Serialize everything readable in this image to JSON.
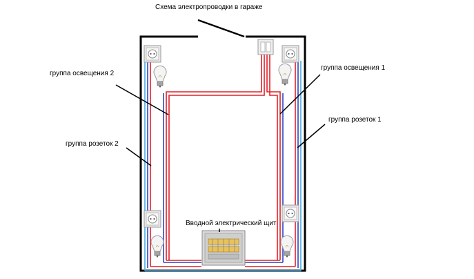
{
  "title": "Схема электропроводки в гараже",
  "labels": {
    "lighting_group_2": "группа освещения 2",
    "lighting_group_1": "группа освещения 1",
    "socket_group_1": "группа розеток 1",
    "socket_group_2": "группа розеток 2",
    "distribution_panel": "Вводной электрический щит"
  },
  "colors": {
    "phase_wire": "#e0202a",
    "neutral_wire": "#2d46c8",
    "earth_wire": "#49a9e0",
    "wall": "#000000"
  },
  "icons": [
    "socket-icon",
    "light-bulb-icon",
    "light-switch-icon",
    "distribution-panel-icon"
  ]
}
